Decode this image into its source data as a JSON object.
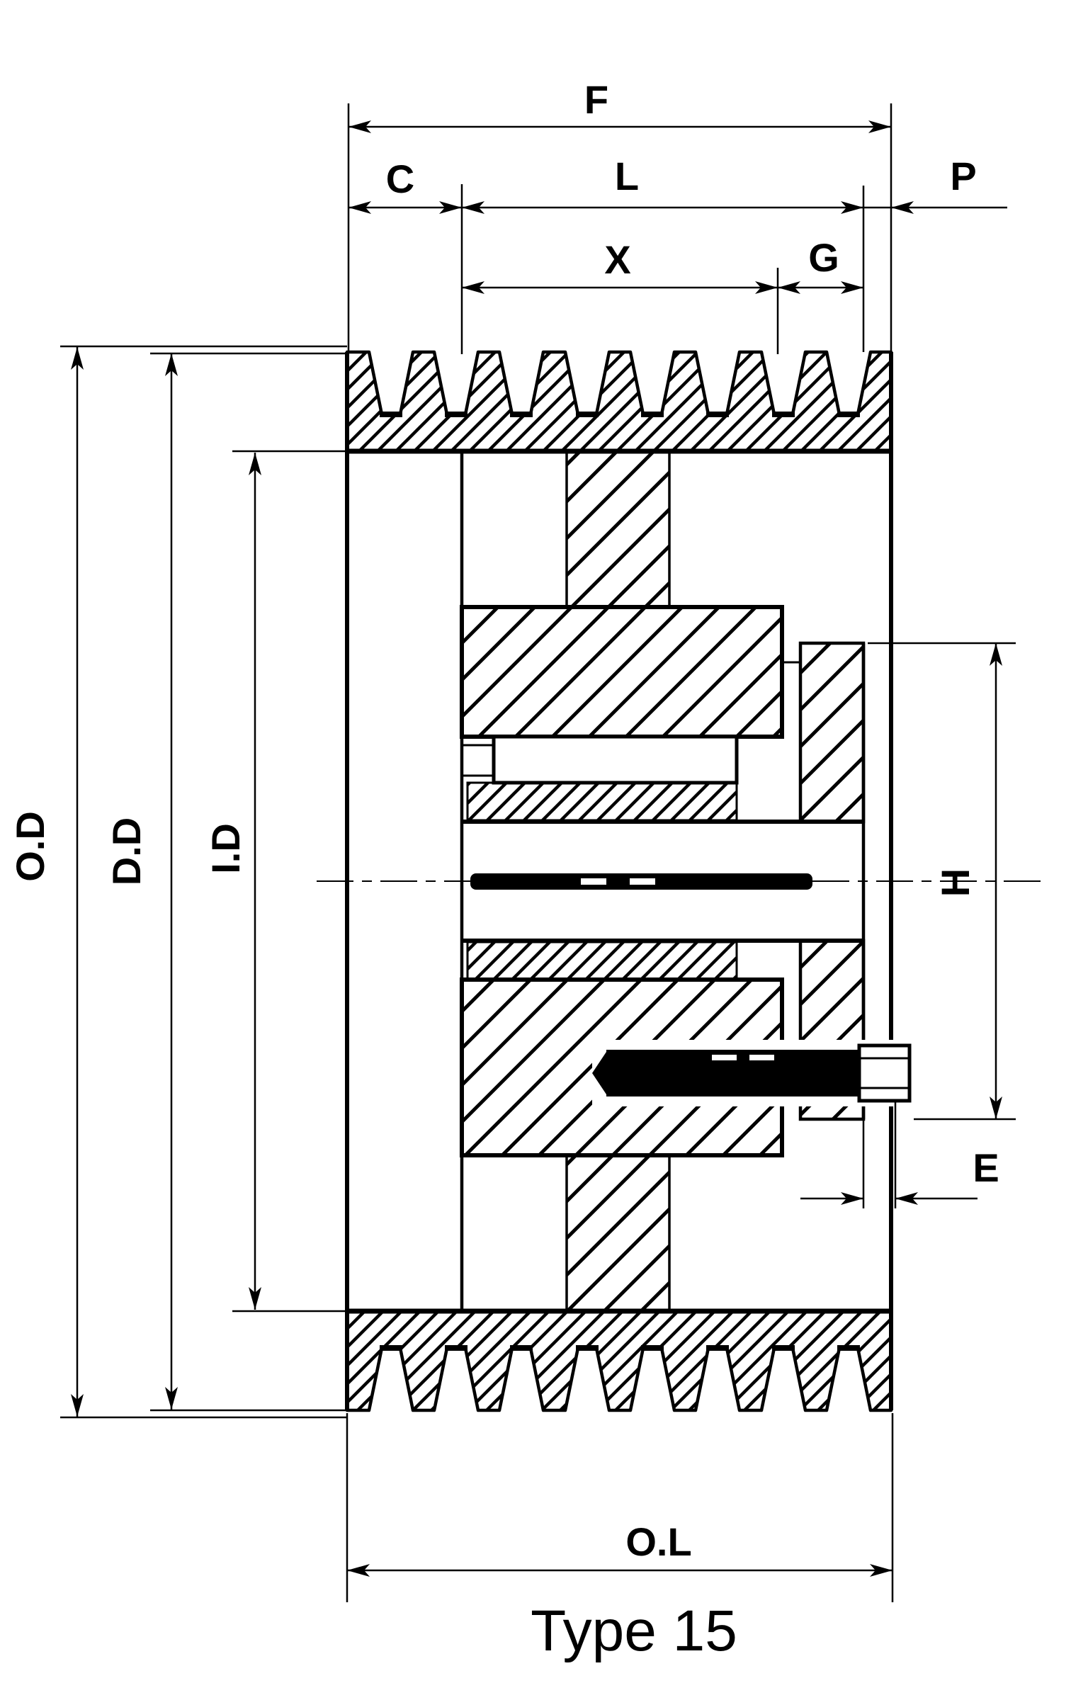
{
  "drawing": {
    "caption": "Type 15",
    "background_color": "#ffffff",
    "line_color": "#000000",
    "labels": {
      "f": "F",
      "c": "C",
      "l": "L",
      "p": "P",
      "x": "X",
      "g": "G",
      "od": "O.D",
      "dd": "D.D",
      "id": "I.D",
      "h": "H",
      "e": "E",
      "ol": "O.L"
    }
  }
}
